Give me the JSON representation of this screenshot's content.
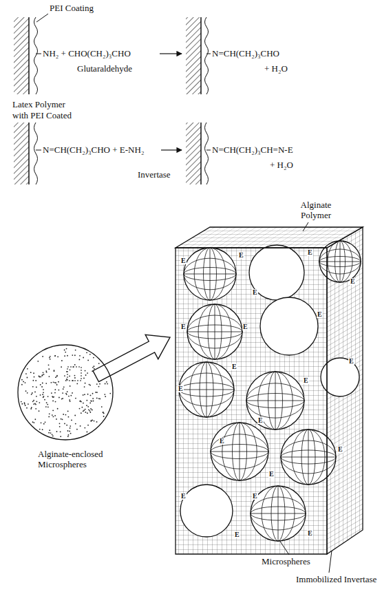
{
  "diagram": {
    "nodes": [
      {
        "text": [
          "Alginate-enclosed Microspheres"
        ]
      },
      {
        "text": [
          "Alginate Polymer"
        ]
      }
    ],
    "edges": [
      {
        "from": 0,
        "to": 1,
        "arrow": "to"
      }
    ],
    "labels": [
      "PEI Coating",
      "NH₂ + CHO(CH₂)₃CHO",
      "N=CH(CH₂)₃CHO",
      "+ H₂O",
      "Glutaraldehyde",
      "Latex Polymer",
      "with PEI Coated",
      "N=CH(CH₂)₃CHO + E-NH₂",
      "N=CH(CH₂)₃CH=N-E",
      "+ H₂O",
      "Invertase",
      "Microspheres",
      "Immobilized Invertase",
      "E",
      "E",
      "E",
      "E",
      "E",
      "E",
      "E",
      "E",
      "E",
      "E",
      "E",
      "E",
      "E",
      "E",
      "E",
      "E",
      "E",
      "E",
      "E",
      "E"
    ]
  }
}
